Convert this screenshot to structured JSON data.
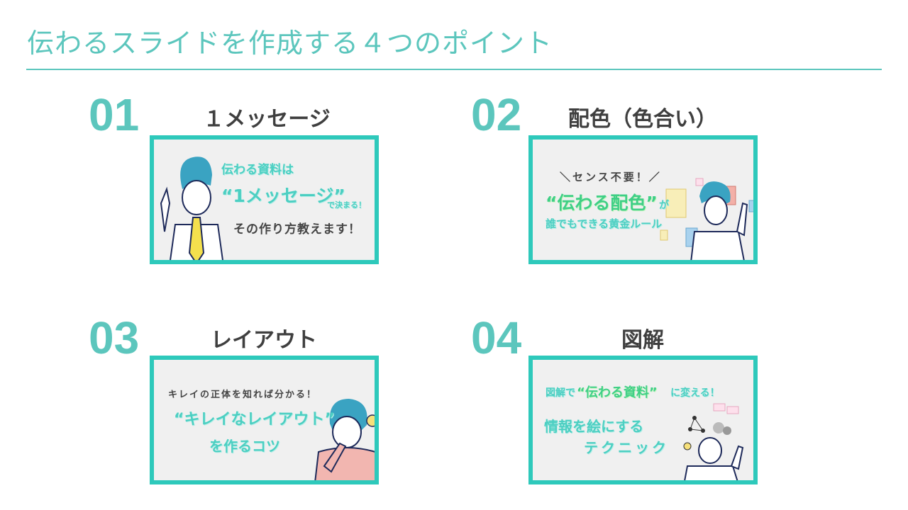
{
  "page": {
    "title": "伝わるスライドを作成する４つのポイント"
  },
  "points": [
    {
      "number": "01",
      "heading": "１メッセージ",
      "card": {
        "line1": "伝わる資料は",
        "line2": "“1メッセージ”",
        "line2_suffix": "で決まる！",
        "line3": "その作り方教えます！"
      }
    },
    {
      "number": "02",
      "heading": "配色（色合い）",
      "card": {
        "line1": "＼センス不要！／",
        "line2": "“伝わる配色”",
        "line2_suffix": "が",
        "line3": "誰でもできる黄金ルール"
      }
    },
    {
      "number": "03",
      "heading": "レイアウト",
      "card": {
        "line1": "キレイの正体を知れば分かる！",
        "line2": "“キレイなレイアウト”",
        "line3": "を作るコツ"
      }
    },
    {
      "number": "04",
      "heading": "図解",
      "card": {
        "line1_prefix": "図解で",
        "line1": "“伝わる資料”",
        "line1_suffix": "に変える！",
        "line2": "情報を絵にする",
        "line3": "テクニック"
      }
    }
  ],
  "colors": {
    "accent": "#5cc6bd",
    "card_border": "#2ec9bb",
    "card_bg": "#f0f0f0",
    "heading_text": "#3f3f3f"
  }
}
